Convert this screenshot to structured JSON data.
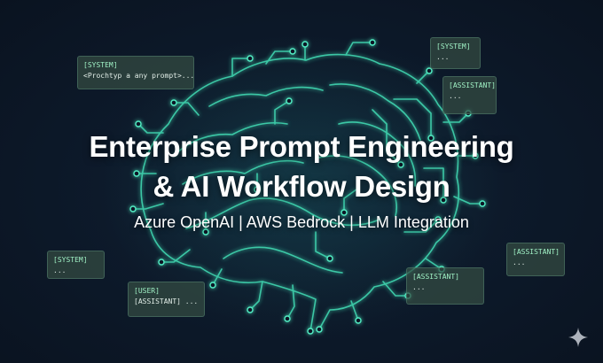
{
  "headline": {
    "line1": "Enterprise Prompt Engineering",
    "line2": "& AI Workflow Design"
  },
  "subtitle": "Azure OpenAI | AWS Bedrock | LLM Integration",
  "prompt_cards": [
    {
      "tag": "[SYSTEM]",
      "body": "<Prochtyp a any prompt>..."
    },
    {
      "tag": "[SYSTEM]",
      "body": "..."
    },
    {
      "tag": "[ASSISTANT]",
      "body": "..."
    },
    {
      "tag": "[SYSTEM]",
      "body": "..."
    },
    {
      "tag": "[USER]",
      "body": "[ASSISTANT] ..."
    },
    {
      "tag": "[ASSISTANT]",
      "body": "..."
    },
    {
      "tag": "[ASSISTANT]",
      "body": "..."
    }
  ],
  "colors": {
    "background": "#0d1725",
    "circuit": "#3fd6b0",
    "card_text": "#9ff0c4",
    "headline": "#ffffff"
  },
  "icons": {
    "brain": "circuit-brain-illustration",
    "corner": "sparkle-icon"
  }
}
